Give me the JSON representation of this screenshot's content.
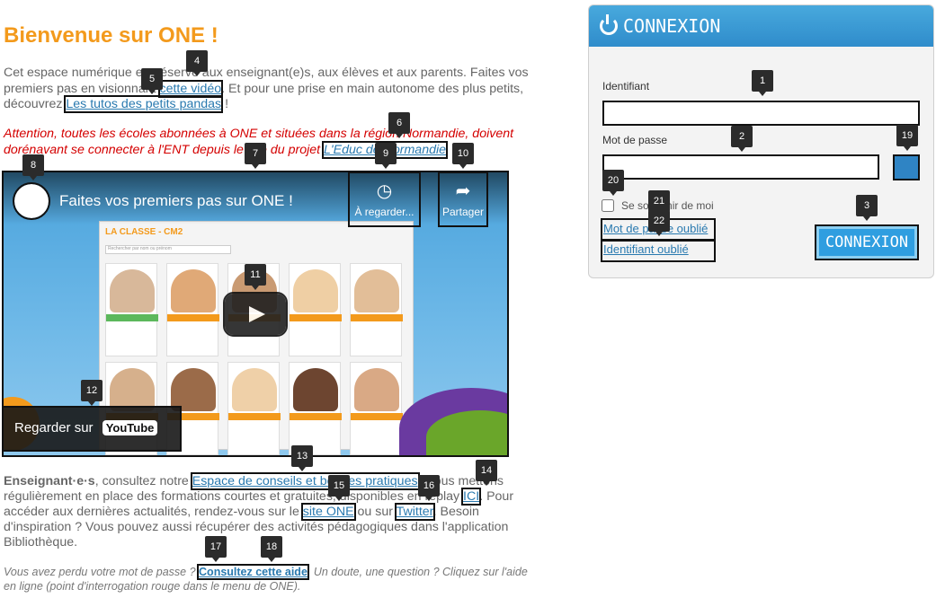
{
  "intro": {
    "title": "Bienvenue sur ONE !",
    "p1_a": "Cet espace numérique est réservé aux enseignant(e)s, aux élèves et aux parents. Faites vos premiers pas en visionnant ",
    "p1_link_video": "cette vidéo",
    "p1_b": ". Et pour une prise en main autonome des plus petits, découvrez ",
    "p1_link_tutos": "Les tutos des petits pandas",
    "p1_c": " !",
    "notice_a": "Attention, toutes les écoles abonnées à ONE et situées dans la région Normandie, doivent dorénavant se connecter à l'ENT depuis le site du projet ",
    "notice_link": "L'Educ de Normandie",
    "notice_b": "."
  },
  "video": {
    "title": "Faites vos premiers pas sur ONE !",
    "watch_later": "À regarder...",
    "share": "Partager",
    "youtube_label": "Regarder sur",
    "youtube_logo": "YouTube",
    "panel_title": "LA CLASSE - CM2",
    "panel_search": "Rechercher par nom ou prénom"
  },
  "body": {
    "p3_bold": "Enseignant·e·s",
    "p3_a": ", consultez notre ",
    "p3_link_espace": "Espace de conseils et bonnes pratiques",
    "p3_b": ". Nous mettons régulièrement en place des formations courtes et gratuites, disponibles en replay ",
    "p3_link_ici": "ICI",
    "p3_c": ". Pour accéder aux dernières actualités, rendez-vous sur le ",
    "p3_link_site": "site ONE",
    "p3_d": " ou sur ",
    "p3_link_twitter": "Twitter",
    "p3_e": ". Besoin d'inspiration ? Vous pouvez aussi récupérer des activités pédagogiques dans l'application Bibliothèque.",
    "p4_a": "Vous avez perdu votre mot de passe ? ",
    "p4_link": "Consultez cette aide",
    "p4_b": ". Un doute, une question ? Cliquez sur l'aide en ligne (point d'interrogation rouge dans le menu de ONE)."
  },
  "login": {
    "header": "CONNEXION",
    "identifiant_label": "Identifiant",
    "identifiant_value": "",
    "password_label": "Mot de passe",
    "password_value": "",
    "remember_label": "Se souvenir de moi",
    "forgot_password": "Mot de passe oublié",
    "forgot_id": "Identifiant oublié",
    "submit": "CONNEXION"
  },
  "badges": [
    "1",
    "2",
    "3",
    "4",
    "5",
    "6",
    "7",
    "8",
    "9",
    "10",
    "11",
    "12",
    "13",
    "14",
    "15",
    "16",
    "17",
    "18",
    "19",
    "20",
    "21",
    "22"
  ],
  "colors": {
    "title_orange": "#f39a1c",
    "link_blue": "#2a7ab0",
    "notice_red": "#d40000",
    "login_blue": "#2f9ee0"
  }
}
